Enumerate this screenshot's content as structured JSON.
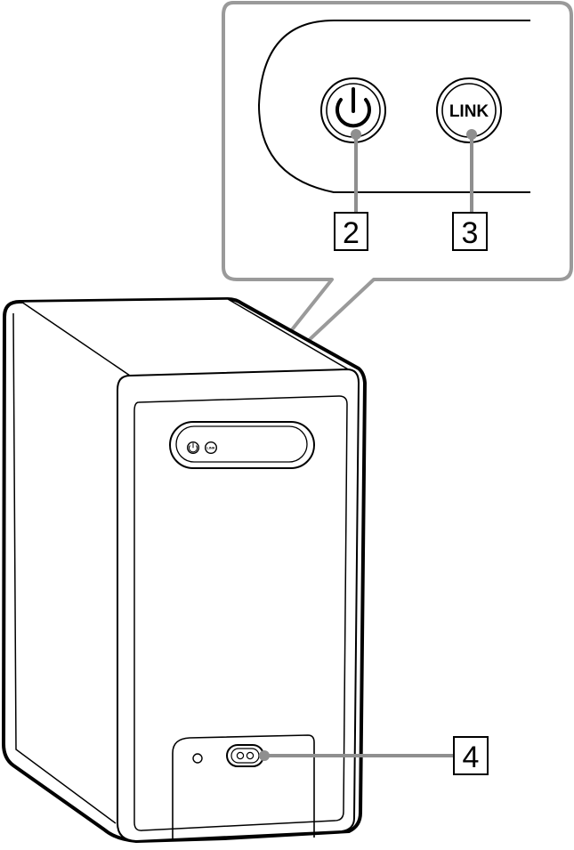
{
  "callouts": {
    "power": "2",
    "link": "3",
    "ac_inlet": "4"
  },
  "buttons": {
    "link_label": "LINK"
  },
  "icons": {
    "power": "power-icon",
    "link": "link-button",
    "ac_inlet": "ac-inlet-icon"
  },
  "colors": {
    "line": "#000000",
    "zoom_border": "#9a9a9a",
    "leader": "#8f8f8f",
    "background": "#ffffff"
  }
}
